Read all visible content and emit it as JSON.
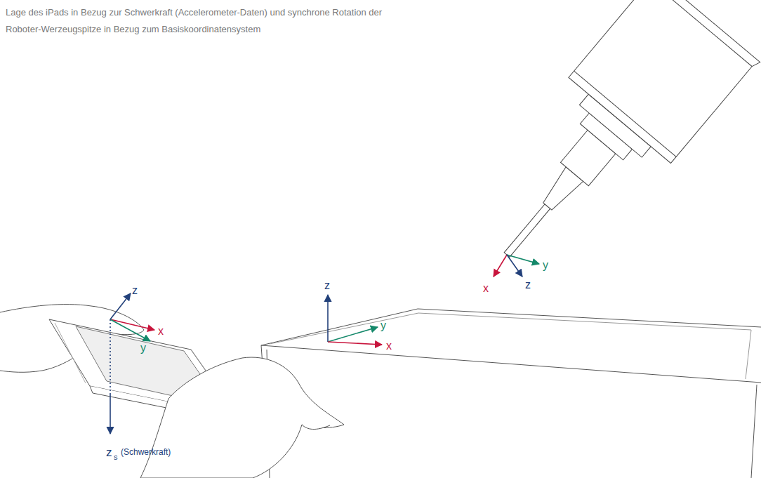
{
  "diagram": {
    "caption": "Lage des iPads in Bezug zur Schwerkraft (Accelerometer-Daten) und synchrone Rotation der Roboter-Werzeugspitze in Bezug zum Basiskoordinatensystem",
    "labels": [
      "z",
      "x",
      "y",
      "z",
      "s",
      "(Schwerkraft)",
      "z",
      "y",
      "x",
      "y",
      "x",
      "z"
    ]
  }
}
